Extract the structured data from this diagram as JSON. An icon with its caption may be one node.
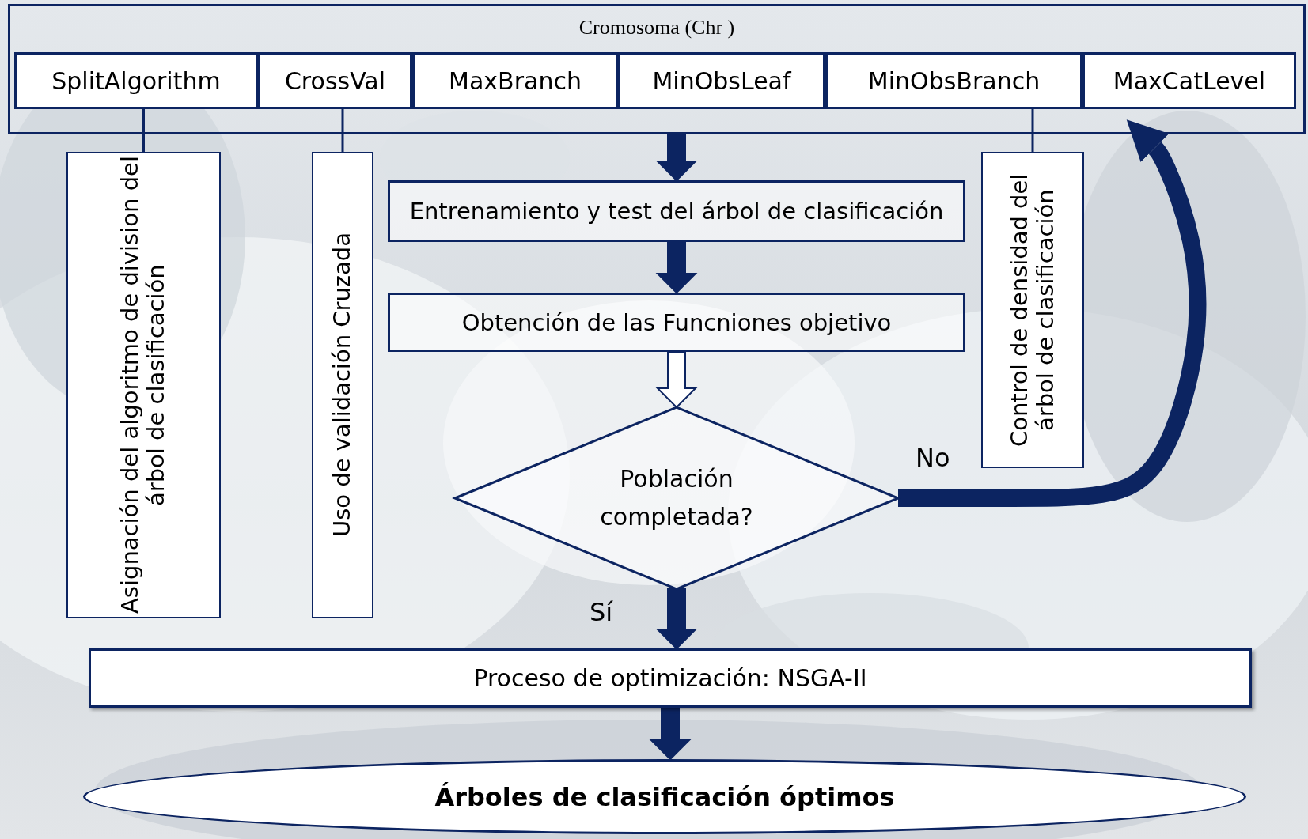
{
  "diagram": {
    "nodes": [
      {
        "text": [
          "Cromosoma (Chr )"
        ]
      },
      {
        "text": [
          "SplitAlgorithm"
        ],
        "in": 0
      },
      {
        "text": [
          "CrossVal"
        ],
        "in": 0
      },
      {
        "text": [
          "MaxBranch"
        ],
        "in": 0
      },
      {
        "text": [
          "MinObsLeaf"
        ],
        "in": 0
      },
      {
        "text": [
          "MinObsBranch"
        ],
        "in": 0
      },
      {
        "text": [
          "MaxCatLevel"
        ],
        "in": 0
      },
      {
        "text": [
          "Asignación del algoritmo de division del árbol de clasificación"
        ]
      },
      {
        "text": [
          "Uso de validación Cruzada"
        ]
      },
      {
        "text": [
          "Control de densidad del árbol de clasificación"
        ]
      },
      {
        "text": [
          "Entrenamiento y test del árbol de clasificación"
        ]
      },
      {
        "text": [
          "Obtención de las Funcniones objetivo"
        ]
      },
      {
        "text": [
          "Población completada?"
        ]
      },
      {
        "text": [
          "Proceso de optimización: NSGA-II"
        ]
      },
      {
        "text": [
          "Árboles de clasificación óptimos"
        ]
      }
    ],
    "edges": [
      {
        "from": 1,
        "to": 7,
        "arrow": "none"
      },
      {
        "from": 2,
        "to": 8,
        "arrow": "none"
      },
      {
        "from": 5,
        "to": 9,
        "arrow": "none"
      },
      {
        "from": 0,
        "to": 10,
        "arrow": "to",
        "style": "thick"
      },
      {
        "from": 10,
        "to": 11,
        "arrow": "to",
        "style": "thick"
      },
      {
        "from": 11,
        "to": 12,
        "arrow": "to",
        "style": "thick",
        "color": "#ffffff"
      },
      {
        "from": 12,
        "to": 13,
        "arrow": "to",
        "style": "thick",
        "label": "Sí"
      },
      {
        "from": 12,
        "to": 6,
        "arrow": "to",
        "style": "thick",
        "label": "No"
      },
      {
        "from": 13,
        "to": 14,
        "arrow": "to",
        "style": "thick"
      }
    ]
  }
}
